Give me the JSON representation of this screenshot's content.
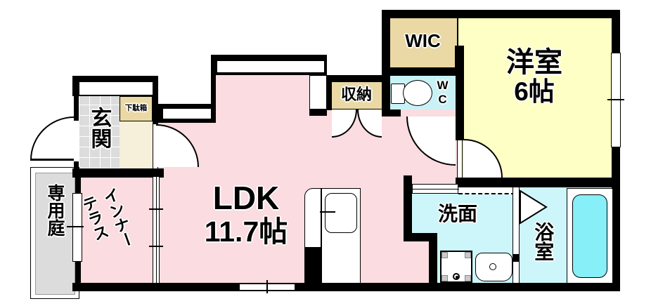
{
  "rooms": {
    "ldk": {
      "name": "LDK",
      "size": "11.7帖"
    },
    "western_room": {
      "name": "洋室",
      "size": "6帖"
    },
    "wic": {
      "name": "WIC"
    },
    "closet": {
      "name": "収納"
    },
    "toilet_room": {
      "name": "WC"
    },
    "entrance": {
      "name": "玄関"
    },
    "shoe_cabinet": {
      "name": "下駄箱"
    },
    "inner_terrace": {
      "name": "インナーテラス",
      "col_right": "インナー",
      "col_left": "テラス"
    },
    "private_garden": {
      "name": "専用庭"
    },
    "washroom": {
      "name": "洗面"
    },
    "bathroom": {
      "name": "浴室"
    }
  },
  "colors": {
    "wall": "#000000",
    "ldk_pink": "#fbdce0",
    "room_yellow": "#feffc5",
    "closet_tan": "#ead9a4",
    "hall_cream": "#f6efda",
    "tile_gray": "#dcdcdc",
    "wc_cyan": "#c9f2f7",
    "bath_cyan": "#cdf6fa",
    "bathtub_cyan": "#86eff7",
    "garden_gray": "#dcdcdc"
  }
}
